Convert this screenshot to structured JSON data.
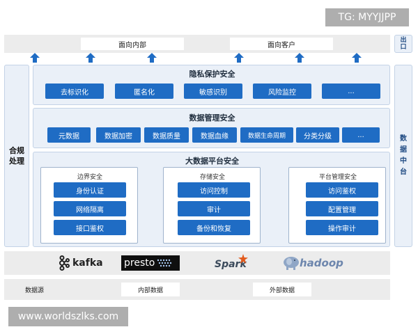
{
  "watermarks": {
    "top": "TG: MYYJJPP",
    "bottom": "www.worldszlks.com"
  },
  "top_band": {
    "internal": "面向内部",
    "customer": "面向客户"
  },
  "right_top": {
    "label": "出口"
  },
  "right_side": {
    "label": "数据中台"
  },
  "left_side": {
    "label": "合规处理"
  },
  "privacy": {
    "title": "隐私保护安全",
    "items": [
      "去标识化",
      "匿名化",
      "敏感识别",
      "风险监控",
      "..."
    ]
  },
  "management": {
    "title": "数据管理安全",
    "items": [
      "元数据",
      "数据加密",
      "数据质量",
      "数据血缘",
      "数据生命周期",
      "分类分级",
      "..."
    ]
  },
  "platform": {
    "title": "大数据平台安全",
    "boundary": {
      "title": "边界安全",
      "items": [
        "身份认证",
        "网络隔离",
        "接口鉴权"
      ]
    },
    "storage": {
      "title": "存储安全",
      "items": [
        "访问控制",
        "审计",
        "备份和恢复"
      ]
    },
    "mgmt": {
      "title": "平台管理安全",
      "items": [
        "访问鉴权",
        "配置管理",
        "操作审计"
      ]
    }
  },
  "tech": {
    "kafka": "kafka",
    "presto": "presto",
    "spark": "Spark",
    "hadoop": "hadoop"
  },
  "source": {
    "label": "数据源",
    "internal": "内部数据",
    "external": "外部数据"
  },
  "colors": {
    "accent": "#1f6cc4",
    "layer_bg": "#eaf0f8",
    "band_bg": "#ececec"
  }
}
